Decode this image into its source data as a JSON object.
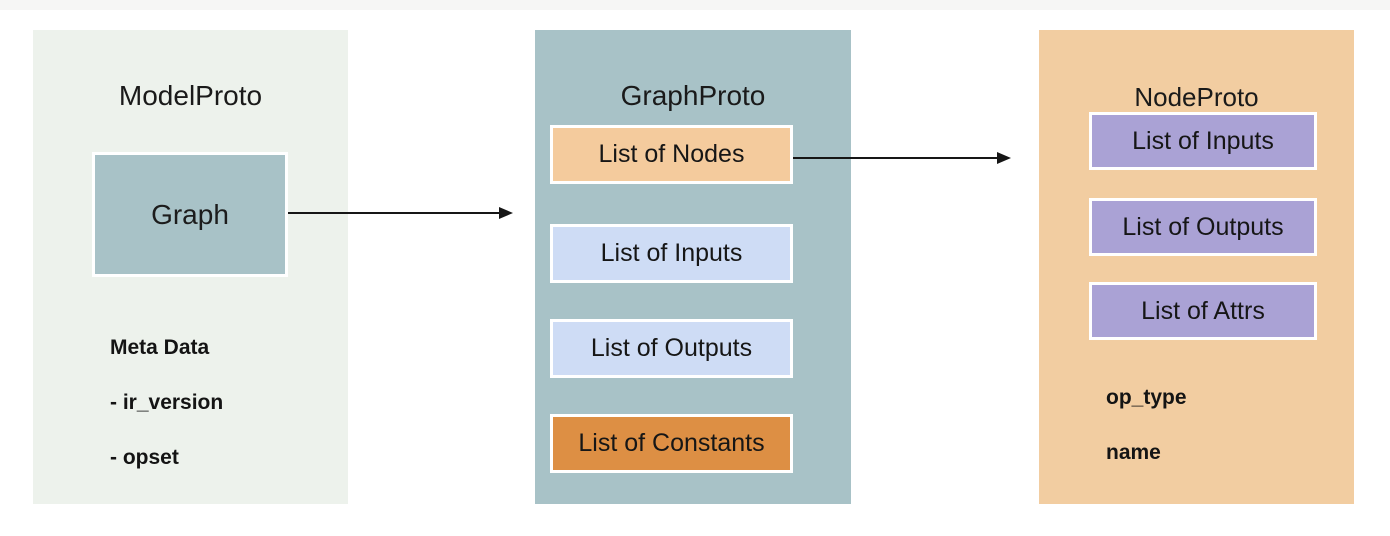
{
  "palette": {
    "page_bg": "#ffffff",
    "top_strip": "#f6f6f5",
    "model_panel": "#edf2ec",
    "teal": "#a8c2c7",
    "nodes_orange": "#f4cb9d",
    "periwinkle": "#cedcf5",
    "constants_orange": "#dd8f44",
    "node_tan": "#f2cda1",
    "purple": "#aaa2d5",
    "arrow": "#161616",
    "text": "#1c1c1c"
  },
  "panels": {
    "model": {
      "title": "ModelProto",
      "graph_label": "Graph",
      "meta": [
        "Meta Data",
        "- ir_version",
        "- opset"
      ]
    },
    "graph": {
      "title": "GraphProto",
      "items": [
        {
          "label": "List of Nodes",
          "bg": "#f4cb9d"
        },
        {
          "label": "List of Inputs",
          "bg": "#cedcf5"
        },
        {
          "label": "List of Outputs",
          "bg": "#cedcf5"
        },
        {
          "label": "List of Constants",
          "bg": "#dd8f44"
        }
      ]
    },
    "node": {
      "title": "NodeProto",
      "items": [
        {
          "label": "List of Inputs",
          "bg": "#aaa2d5"
        },
        {
          "label": "List of Outputs",
          "bg": "#aaa2d5"
        },
        {
          "label": "List of Attrs",
          "bg": "#aaa2d5"
        }
      ],
      "fields": [
        "op_type",
        "name"
      ]
    }
  },
  "connectors": [
    {
      "from": "Graph",
      "to": "GraphProto"
    },
    {
      "from": "List of Nodes",
      "to": "NodeProto"
    }
  ]
}
